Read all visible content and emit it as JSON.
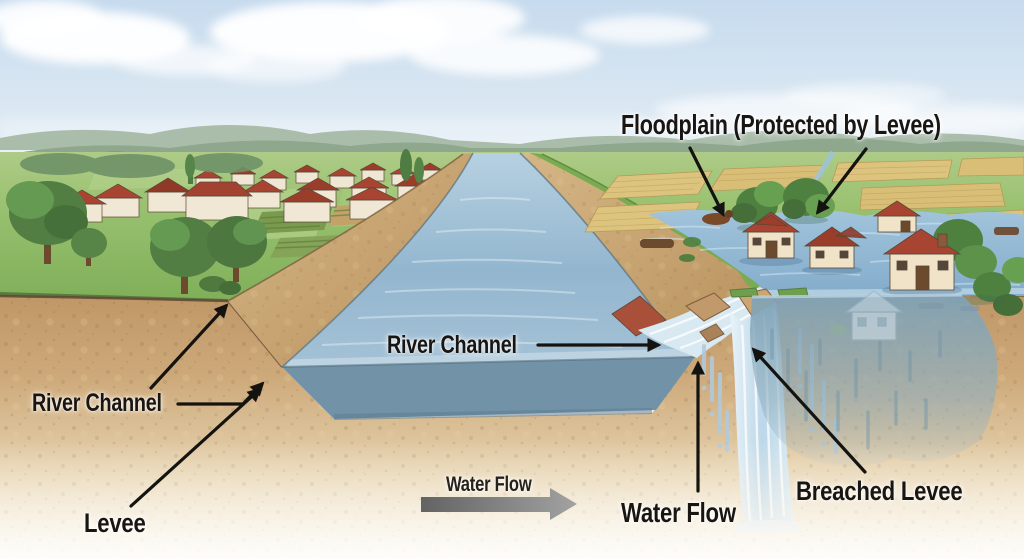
{
  "labels": {
    "floodplain": "Floodplain (Protected by Levee)",
    "river_channel_center": "River Channel",
    "river_channel_left": "River Channel",
    "levee": "Levee",
    "water_flow_arrow": "Water Flow",
    "water_flow_breach": "Water Flow",
    "breached_levee": "Breached Levee"
  },
  "colors": {
    "label_text": "#181512",
    "leader_arrow": "#151310",
    "sky": "#cfe0ee",
    "hills": "#8ea78d",
    "field_green": "#93bd6c",
    "crop_tan": "#dcc47e",
    "levee_earth": "#cba970",
    "river_water": "#9abcd4",
    "flood_water": "#8fb6d4",
    "underwater_blue": "#86a8bc",
    "cross_section_earth": "#c49a68",
    "flow_arrow_gray": "#7c7c7c",
    "roof_red": "#a84432",
    "house_wall": "#f0e8d5"
  }
}
